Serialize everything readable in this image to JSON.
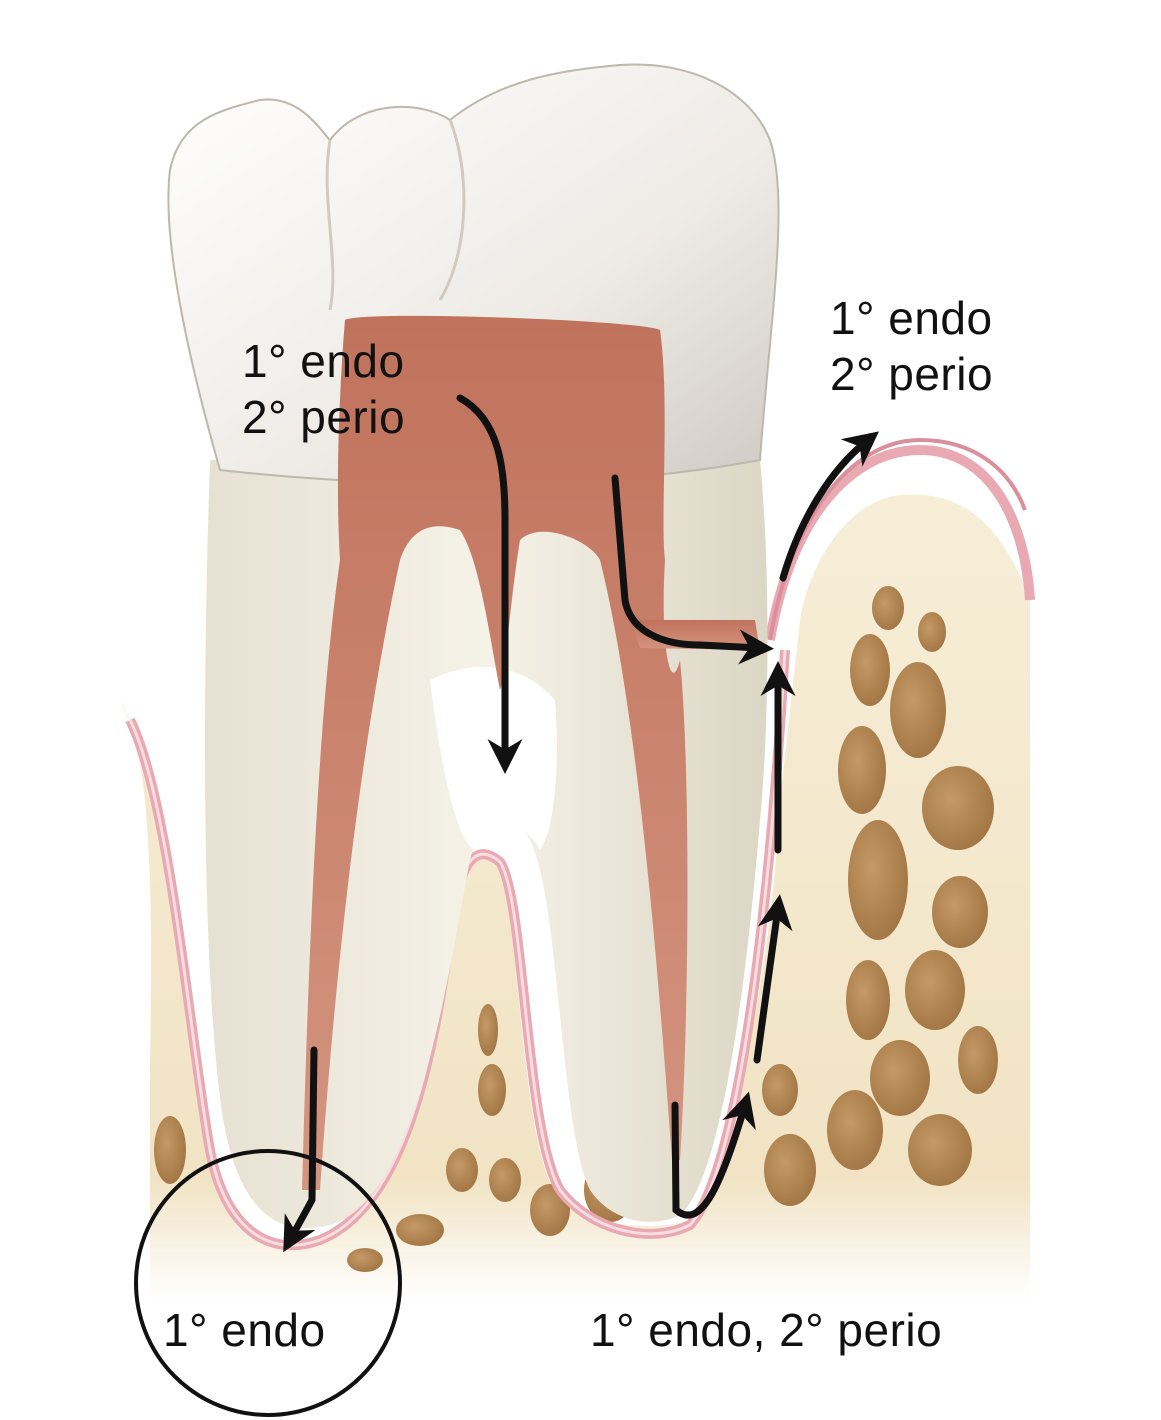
{
  "diagram": {
    "subject": "Endodontic-periodontal lesion pathways in a molar tooth",
    "colors": {
      "enamel": "#f2efea",
      "dentin": "#ebe6d6",
      "pulp": "#c9806a",
      "pdl_gingiva": "#eab6bd",
      "bone": "#f3e7cc",
      "marrow": "#b88a55",
      "arrow": "#111111"
    },
    "labels": {
      "crown_pathway": {
        "line1": "1° endo",
        "line2": "2° perio"
      },
      "lateral_canal_pathway": {
        "line1": "1° endo",
        "line2": "2° perio"
      },
      "sulcus_pathway": "1° endo, 2° perio",
      "apical_lesion": "1° endo"
    },
    "arrows": [
      {
        "name": "furcation-arrow",
        "description": "from pulp chamber down into furcation"
      },
      {
        "name": "lateral-canal-arrow",
        "description": "from pulp through lateral canal to PDL"
      },
      {
        "name": "gingival-exit-arrow",
        "description": "from PDL up and out over gingival margin"
      },
      {
        "name": "sulcus-arrow",
        "description": "from distal root apex up along PDL to sulcus"
      },
      {
        "name": "apical-arrow",
        "description": "from mesial root canal down to apex"
      }
    ]
  }
}
